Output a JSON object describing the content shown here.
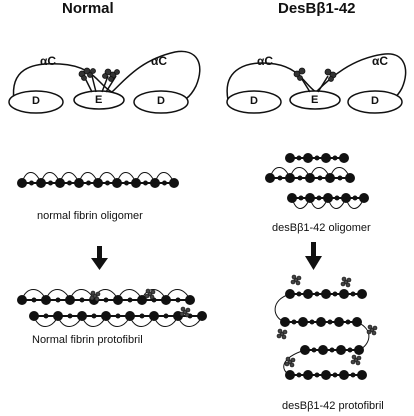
{
  "headers": {
    "left": "Normal",
    "right": "DesBβ1-42"
  },
  "molecule": {
    "alpha_c": "αC",
    "domain_d": "D",
    "domain_e": "E"
  },
  "labels": {
    "normal_oligomer": "normal fibrin oligomer",
    "normal_protofibril": "Normal fibrin protofibril",
    "des_oligomer": "desBβ1-42 oligomer",
    "des_protofibril": "desBβ1-42 protofibril"
  }
}
